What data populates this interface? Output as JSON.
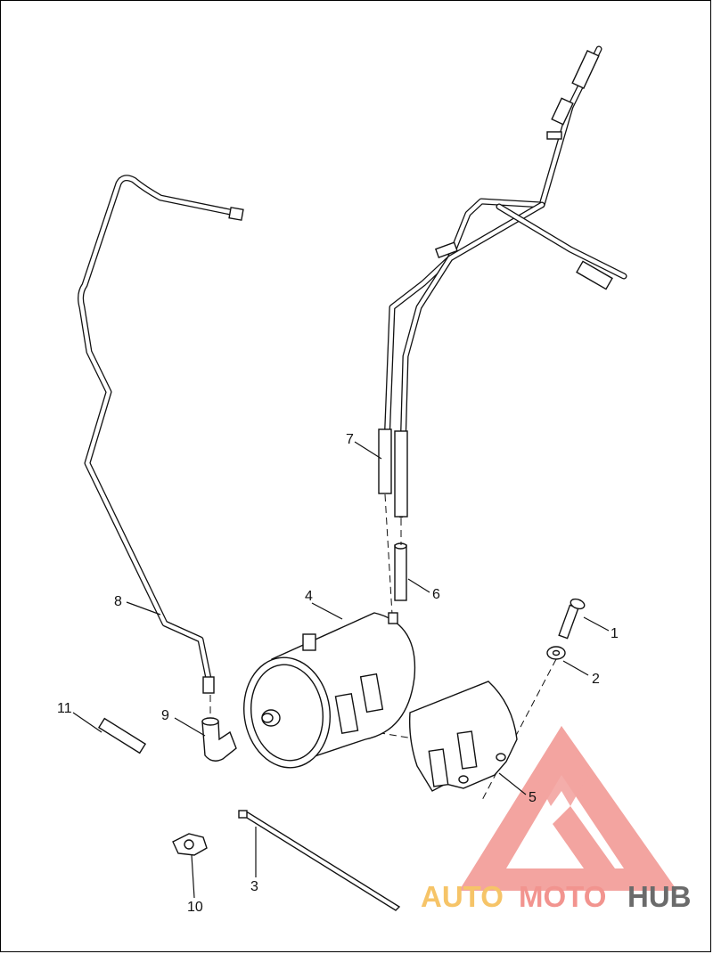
{
  "callouts": [
    {
      "id": "1",
      "label": "1"
    },
    {
      "id": "2",
      "label": "2"
    },
    {
      "id": "3",
      "label": "3"
    },
    {
      "id": "4",
      "label": "4"
    },
    {
      "id": "5",
      "label": "5"
    },
    {
      "id": "6",
      "label": "6"
    },
    {
      "id": "7",
      "label": "7"
    },
    {
      "id": "8",
      "label": "8"
    },
    {
      "id": "9",
      "label": "9"
    },
    {
      "id": "10",
      "label": "10"
    },
    {
      "id": "11",
      "label": "11"
    }
  ],
  "watermark": {
    "part1": "AUTO",
    "part2": "MOTO",
    "part3": "HUB",
    "colors": {
      "auto": "#f6c468",
      "moto": "#f2948f",
      "hub": "#6b6b6b",
      "triangle": "#f19590"
    }
  }
}
